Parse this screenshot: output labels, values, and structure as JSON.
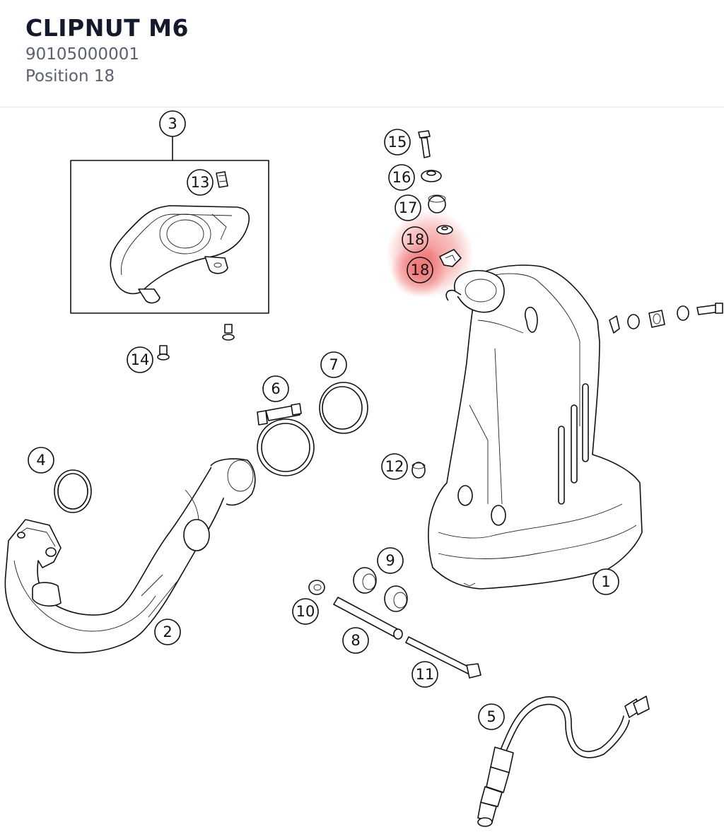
{
  "part": {
    "name": "CLIPNUT M6",
    "number": "90105000001",
    "position_label": "Position 18"
  },
  "diagram": {
    "highlight_color": "#e83a3a",
    "callouts": [
      {
        "id": "c3",
        "label": "3"
      },
      {
        "id": "c13",
        "label": "13"
      },
      {
        "id": "c14",
        "label": "14"
      },
      {
        "id": "c15",
        "label": "15"
      },
      {
        "id": "c16",
        "label": "16"
      },
      {
        "id": "c17",
        "label": "17"
      },
      {
        "id": "c18a",
        "label": "18",
        "highlighted": true
      },
      {
        "id": "c18b",
        "label": "18",
        "highlighted": true
      },
      {
        "id": "c7",
        "label": "7"
      },
      {
        "id": "c6",
        "label": "6"
      },
      {
        "id": "c4",
        "label": "4"
      },
      {
        "id": "c12",
        "label": "12"
      },
      {
        "id": "c1",
        "label": "1"
      },
      {
        "id": "c9",
        "label": "9"
      },
      {
        "id": "c10",
        "label": "10"
      },
      {
        "id": "c2",
        "label": "2"
      },
      {
        "id": "c8",
        "label": "8"
      },
      {
        "id": "c11",
        "label": "11"
      },
      {
        "id": "c5",
        "label": "5"
      }
    ]
  }
}
